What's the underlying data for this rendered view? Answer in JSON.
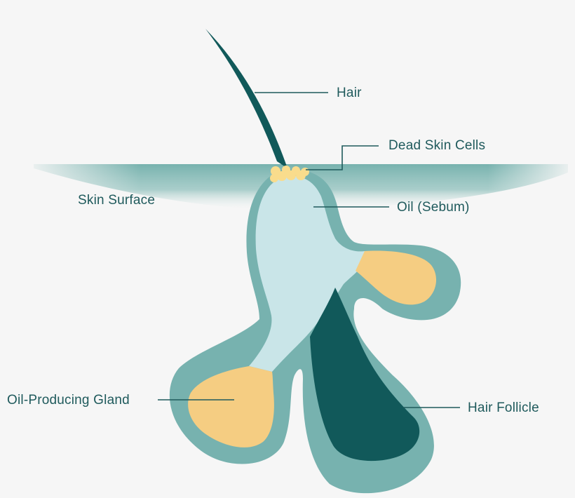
{
  "diagram": {
    "subject": "Cross-section of skin showing a hair follicle and oil gland",
    "labels": {
      "hair": "Hair",
      "dead_skin_cells": "Dead Skin Cells",
      "skin_surface": "Skin Surface",
      "oil_sebum": "Oil (Sebum)",
      "oil_producing_gland": "Oil-Producing Gland",
      "hair_follicle": "Hair Follicle"
    },
    "colors": {
      "background": "#f6f6f6",
      "skin_band": "#77b2ae",
      "follicle_wall": "#77b2af",
      "oil_sebum_fill": "#c9e5e8",
      "gland_fill": "#f5cd82",
      "dead_cells": "#f9dc8c",
      "hair_and_follicle_core": "#11595a",
      "label_text": "#1f5a5c",
      "leader_lines": "#1f5a5c"
    }
  }
}
